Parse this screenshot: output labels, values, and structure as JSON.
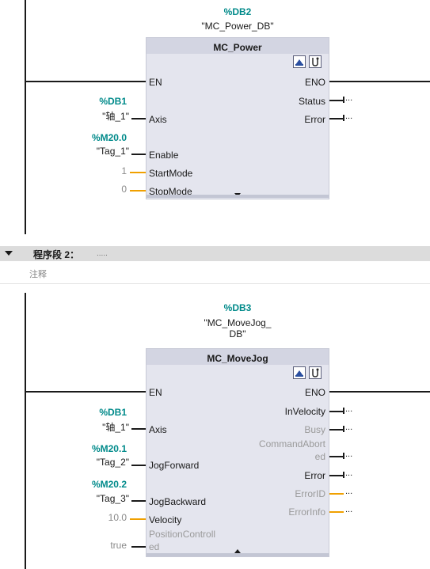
{
  "network1": {
    "db_name": "%DB2",
    "db_quote": "\"MC_Power_DB\"",
    "block_title": "MC_Power",
    "pins_left": {
      "en": "EN",
      "axis": "Axis",
      "enable": "Enable",
      "startmode": "StartMode",
      "stopmode": "StopMode"
    },
    "pins_right": {
      "eno": "ENO",
      "status": "Status",
      "error": "Error"
    },
    "axis_tag": {
      "addr": "%DB1",
      "name": "\"轴_1\""
    },
    "enable_tag": {
      "addr": "%M20.0",
      "name": "\"Tag_1\""
    },
    "startmode_value": "1",
    "stopmode_value": "0",
    "terminal": "..."
  },
  "segment2": {
    "title": "程序段 2：",
    "dots": ".....",
    "comment": "注释"
  },
  "network2": {
    "db_name": "%DB3",
    "db_quote_line1": "\"MC_MoveJog_",
    "db_quote_line2": "DB\"",
    "block_title": "MC_MoveJog",
    "pins_left": {
      "en": "EN",
      "axis": "Axis",
      "jogforward": "JogForward",
      "jogbackward": "JogBackward",
      "velocity": "Velocity",
      "poscontrolled_line1": "PositionControll",
      "poscontrolled_line2": "ed"
    },
    "pins_right": {
      "eno": "ENO",
      "invelocity": "InVelocity",
      "busy": "Busy",
      "cmdabort_line1": "CommandAbort",
      "cmdabort_line2": "ed",
      "error": "Error",
      "errorid": "ErrorID",
      "errorinfo": "ErrorInfo"
    },
    "axis_tag": {
      "addr": "%DB1",
      "name": "\"轴_1\""
    },
    "fwd_tag": {
      "addr": "%M20.1",
      "name": "\"Tag_2\""
    },
    "bwd_tag": {
      "addr": "%M20.2",
      "name": "\"Tag_3\""
    },
    "velocity_value": "10.0",
    "poscontrolled_value": "true",
    "terminal": "..."
  },
  "colors": {
    "tag": "#008a8a",
    "wire_param": "#f0a000",
    "block_bg": "#e4e5ee"
  }
}
